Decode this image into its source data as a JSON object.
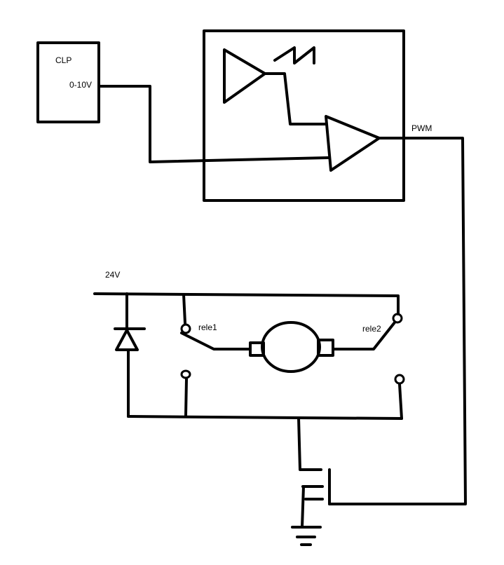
{
  "labels": {
    "clp": "CLP",
    "clp_output": "0-10V",
    "pwm": "PWM",
    "supply": "24V",
    "relay1": "rele1",
    "relay2": "rele2"
  }
}
